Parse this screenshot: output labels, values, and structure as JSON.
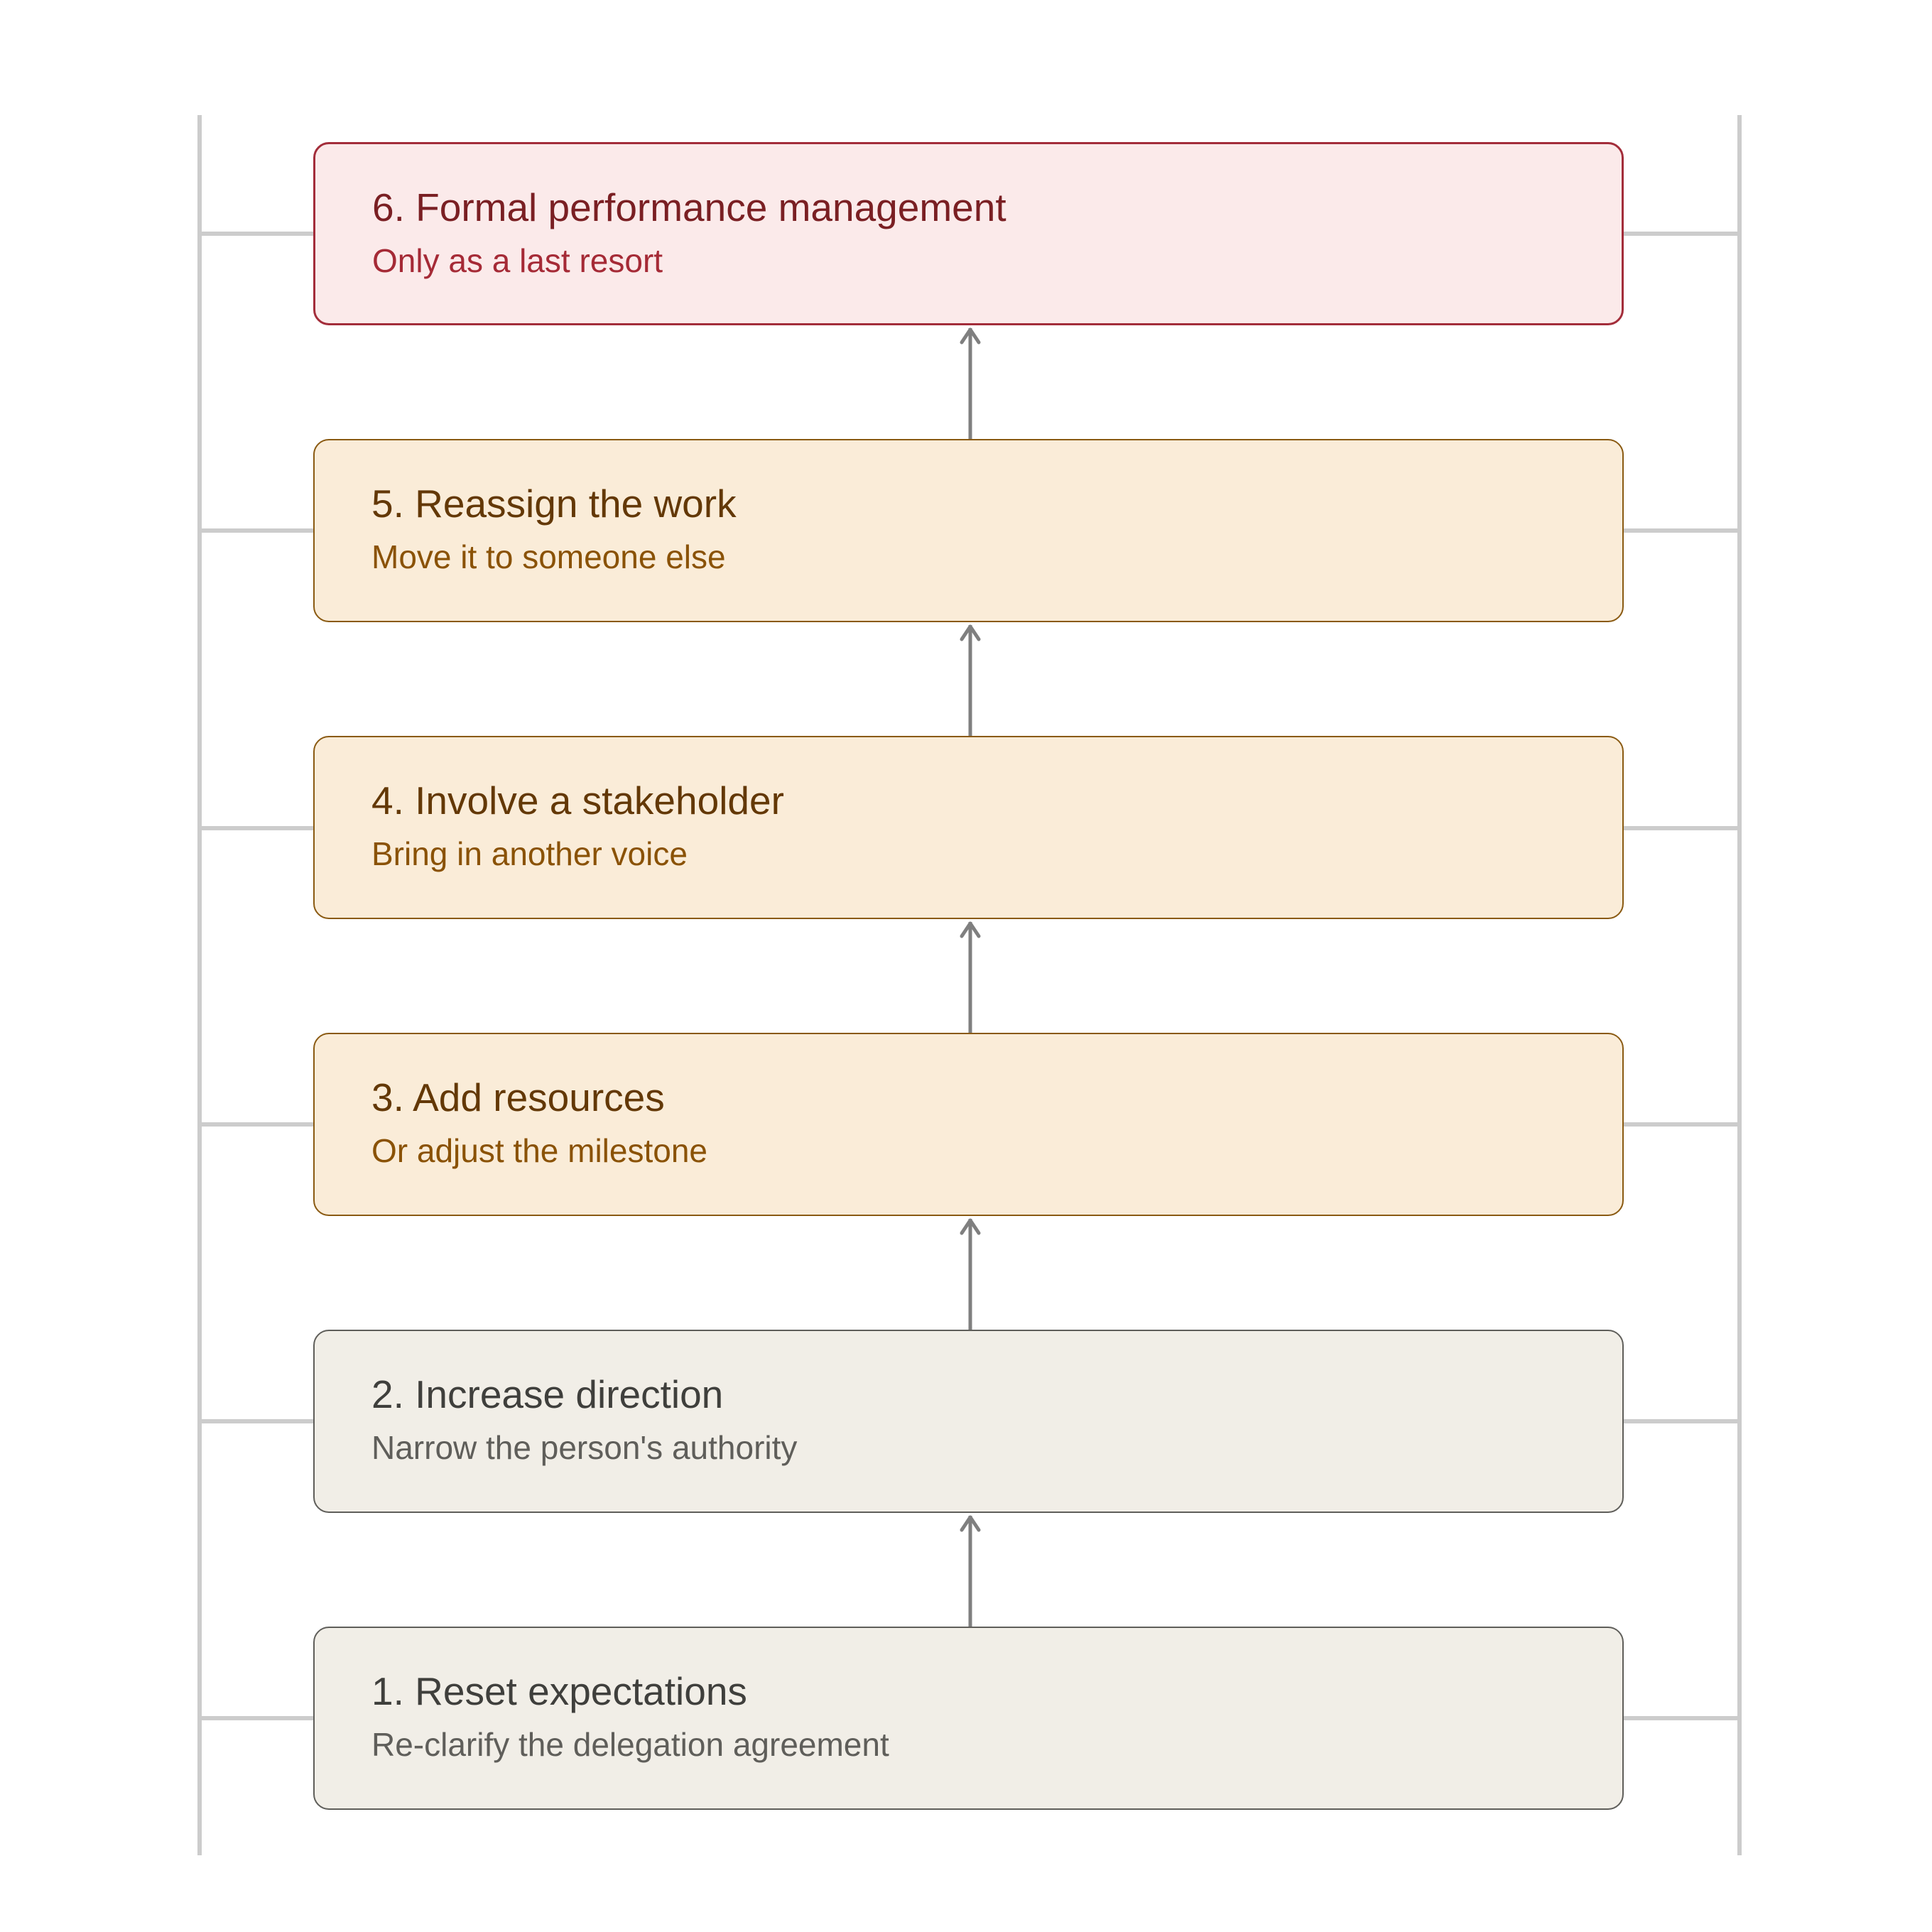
{
  "steps": [
    {
      "title": "6. Formal performance management",
      "subtitle": "Only as a last resort",
      "tone": "red"
    },
    {
      "title": "5. Reassign the work",
      "subtitle": "Move it to someone else",
      "tone": "amber"
    },
    {
      "title": "4. Involve a stakeholder",
      "subtitle": "Bring in another voice",
      "tone": "amber"
    },
    {
      "title": "3. Add resources",
      "subtitle": "Or adjust the milestone",
      "tone": "amber"
    },
    {
      "title": "2. Increase direction",
      "subtitle": "Narrow the person's authority",
      "tone": "gray"
    },
    {
      "title": "1. Reset expectations",
      "subtitle": "Re-clarify the delegation agreement",
      "tone": "gray"
    }
  ],
  "colors": {
    "red_fill": "#fbeaea",
    "red_border": "#a32d3a",
    "amber_fill": "#faecd8",
    "amber_border": "#8a5a12",
    "gray_fill": "#f1eee7",
    "gray_border": "#5f5e5a",
    "rail": "#cccccc",
    "arrow": "#7f7f7f"
  }
}
